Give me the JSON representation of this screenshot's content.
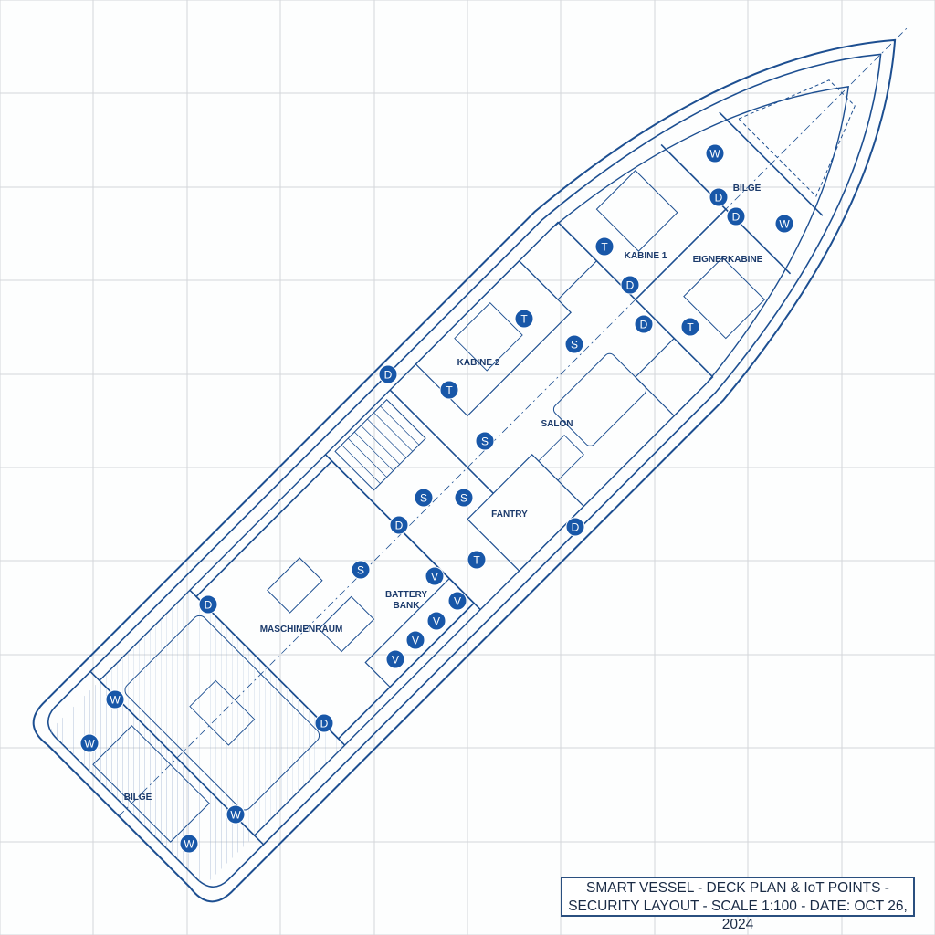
{
  "title_block": {
    "line1": "SMART VESSEL - DECK PLAN & IoT POINTS -",
    "line2": "SECURITY LAYOUT - SCALE 1:100 - DATE: OCT 26, 2024"
  },
  "room_labels": {
    "bilge_fore": "BILGE",
    "kabine1": "KABINE 1",
    "eignerkabine": "EIGNERKABINE",
    "kabine2": "KABINE 2",
    "salon": "SALON",
    "fantry": "FANTRY",
    "battery_line1": "BATTERY",
    "battery_line2": "BANK",
    "maschinenraum": "MASCHINENRAUM",
    "bilge_aft": "BILGE"
  },
  "iot_markers": [
    "W",
    "D",
    "D",
    "W",
    "T",
    "D",
    "D",
    "T",
    "T",
    "S",
    "D",
    "T",
    "S",
    "S",
    "S",
    "D",
    "D",
    "T",
    "S",
    "V",
    "V",
    "V",
    "V",
    "V",
    "D",
    "W",
    "D",
    "W",
    "W",
    "W"
  ],
  "colors": {
    "line": "#1d4f91",
    "marker": "#1857a8",
    "grid": "#d3d6da",
    "title_border": "#2a4f7f"
  }
}
